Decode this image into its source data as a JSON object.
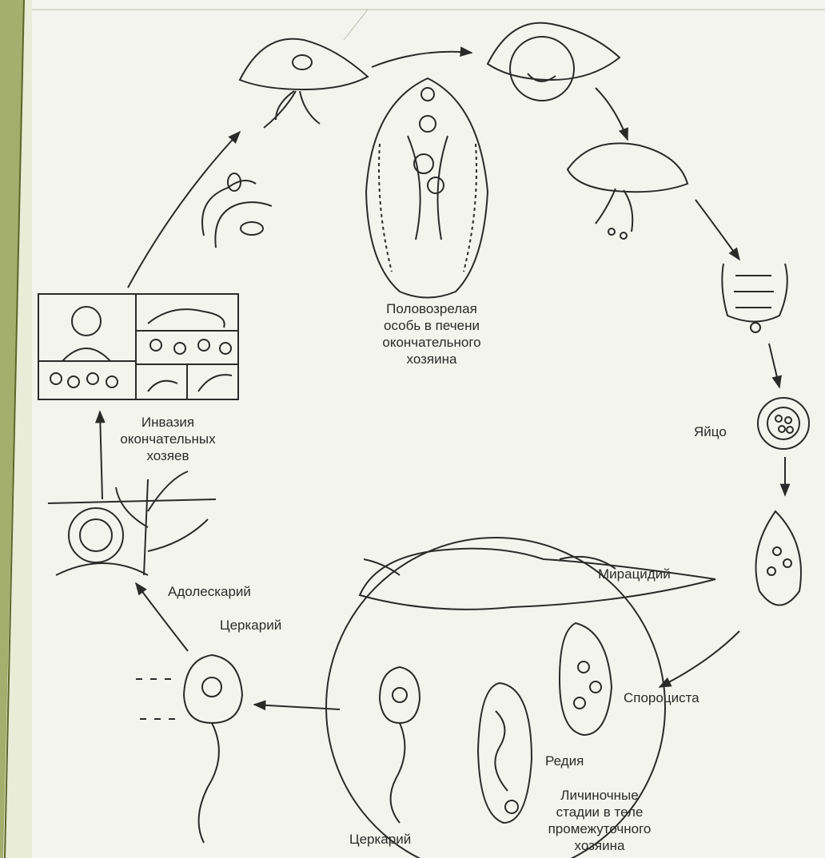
{
  "labels": {
    "adult": "Половозрелая\nособь в печени\nокончательного\nхозяина",
    "egg": "Яйцо",
    "miracidium": "Мирацидий",
    "sporocyst": "Спороциста",
    "redia": "Редия",
    "larval": "Личиночные\nстадии в теле\nпромежуточного\nхозяина",
    "cercaria_inner": "Церкарий",
    "cercaria_outer": "Церкарий",
    "adolescaria": "Адолескарий",
    "invasion": "Инвазия\nокончательных\nхозяев"
  },
  "colors": {
    "ink": "#2a2a2a",
    "paper": "#f4f4ee",
    "accent": "#6b7a3a"
  },
  "icons": [
    "liver-icon",
    "bile-duct-icon",
    "intestine-icon",
    "egg-icon",
    "miracidium-icon",
    "snail-icon",
    "sporocyst-icon",
    "redia-icon",
    "cercaria-icon",
    "adolescaria-plant-icon",
    "host-panel-icon",
    "adult-fluke-icon"
  ]
}
